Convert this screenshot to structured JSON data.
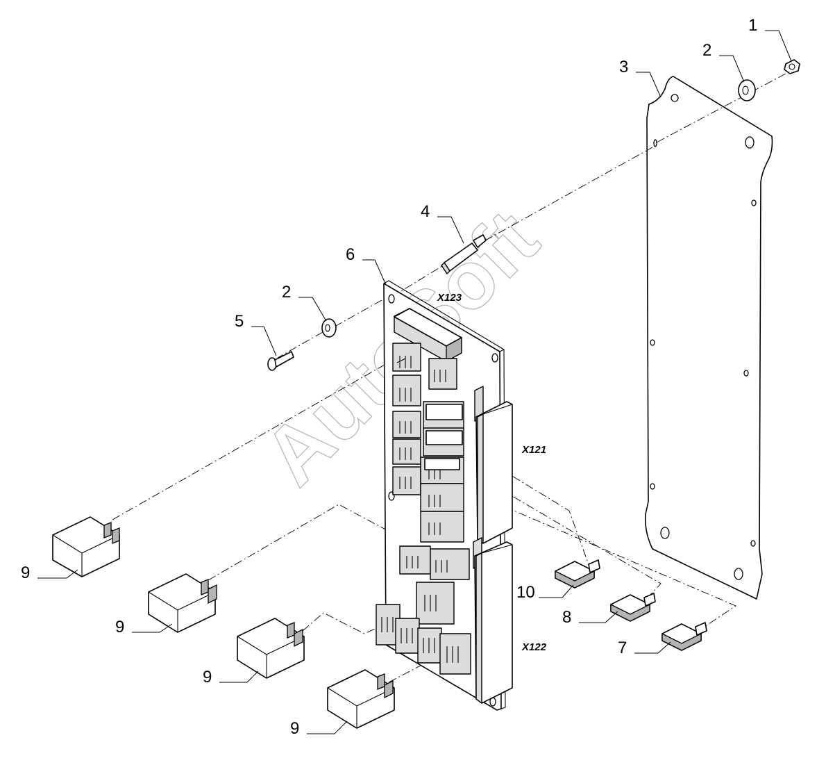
{
  "watermark": "AutoSoft",
  "connectors": {
    "x123": "X123",
    "x121": "X121",
    "x122": "X122"
  },
  "callouts": {
    "c1": "1",
    "c2a": "2",
    "c2b": "2",
    "c3": "3",
    "c4": "4",
    "c5": "5",
    "c6": "6",
    "c7": "7",
    "c8": "8",
    "c9a": "9",
    "c9b": "9",
    "c9c": "9",
    "c9d": "9",
    "c10": "10"
  }
}
